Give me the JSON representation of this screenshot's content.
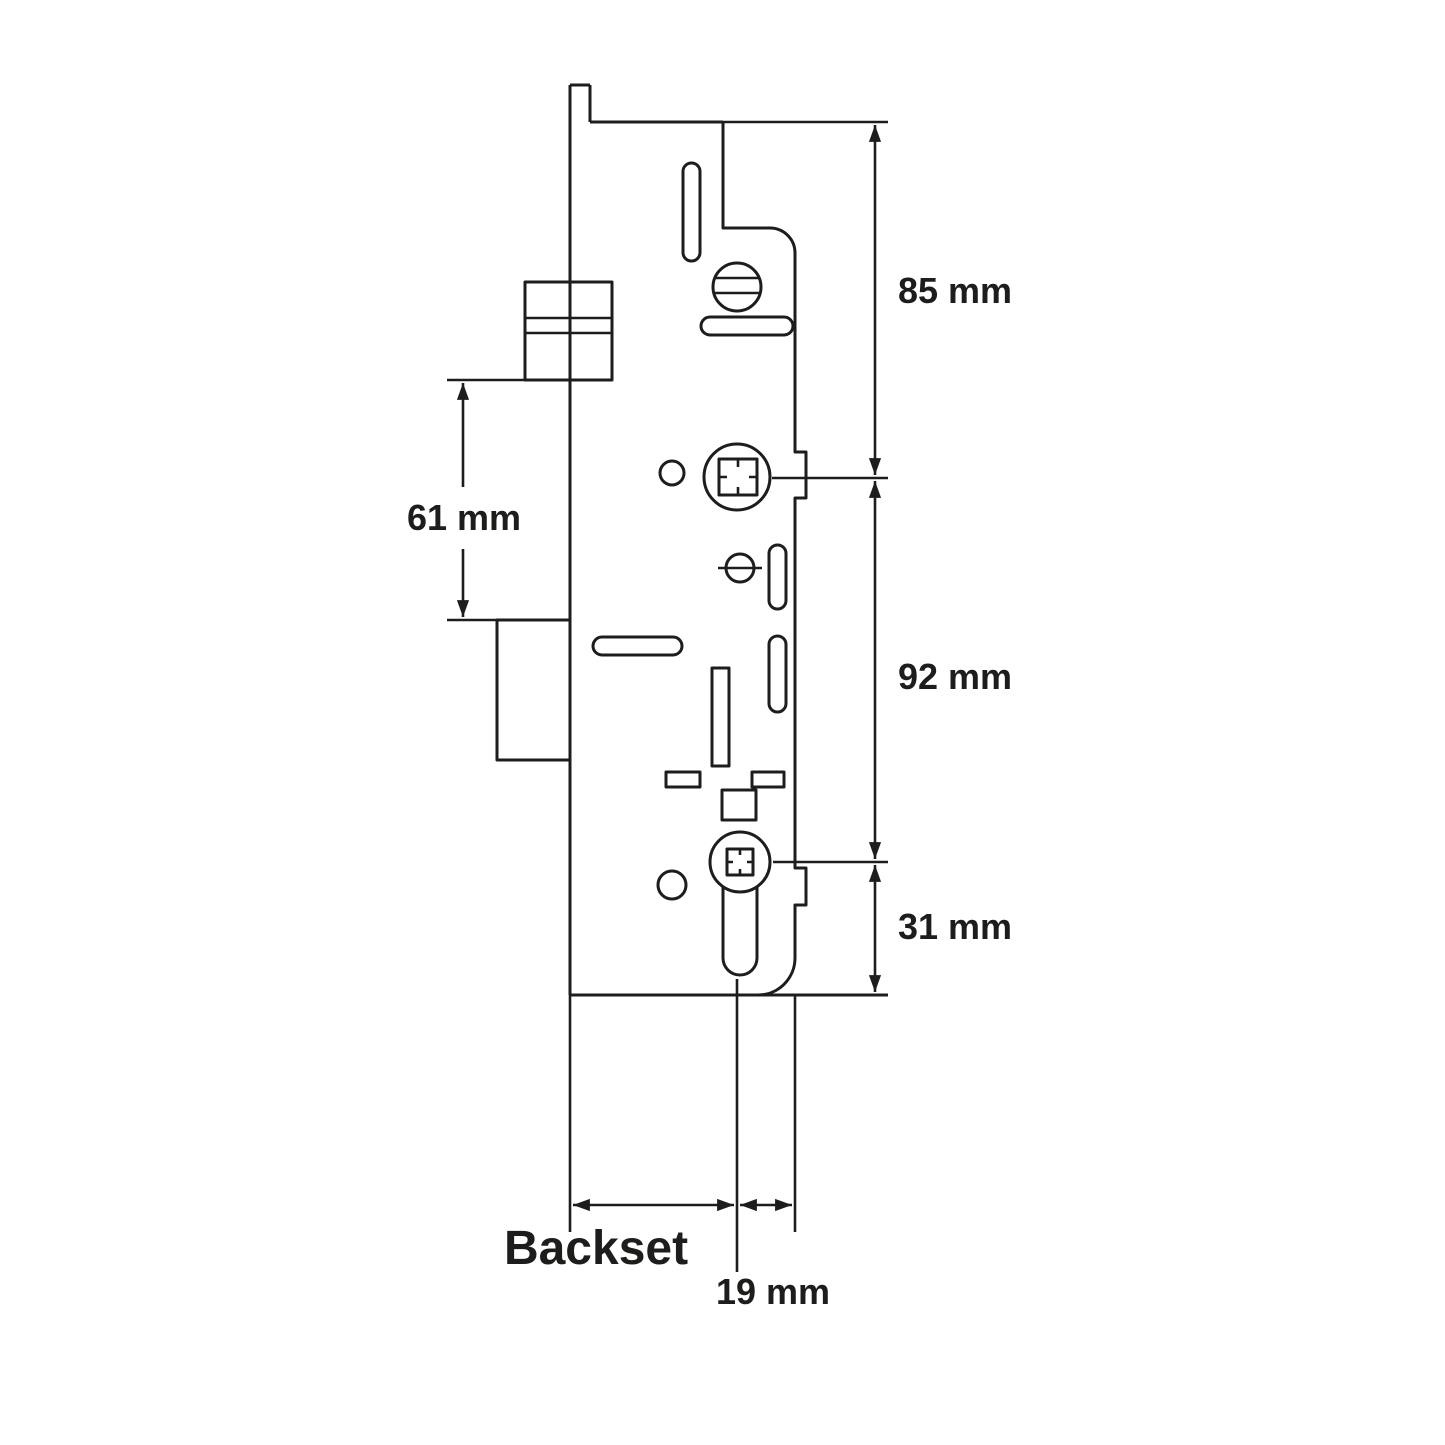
{
  "diagram": {
    "background_color": "#ffffff",
    "line_color": "#1d1d1b",
    "subject": "multipoint-lock-gearbox-technical-drawing",
    "labels": {
      "top_height": "85 mm",
      "bolt_gap": "61 mm",
      "centre_distance": "92 mm",
      "cylinder_to_bottom": "31 mm",
      "backset": "Backset",
      "edge_offset": "19 mm"
    }
  }
}
